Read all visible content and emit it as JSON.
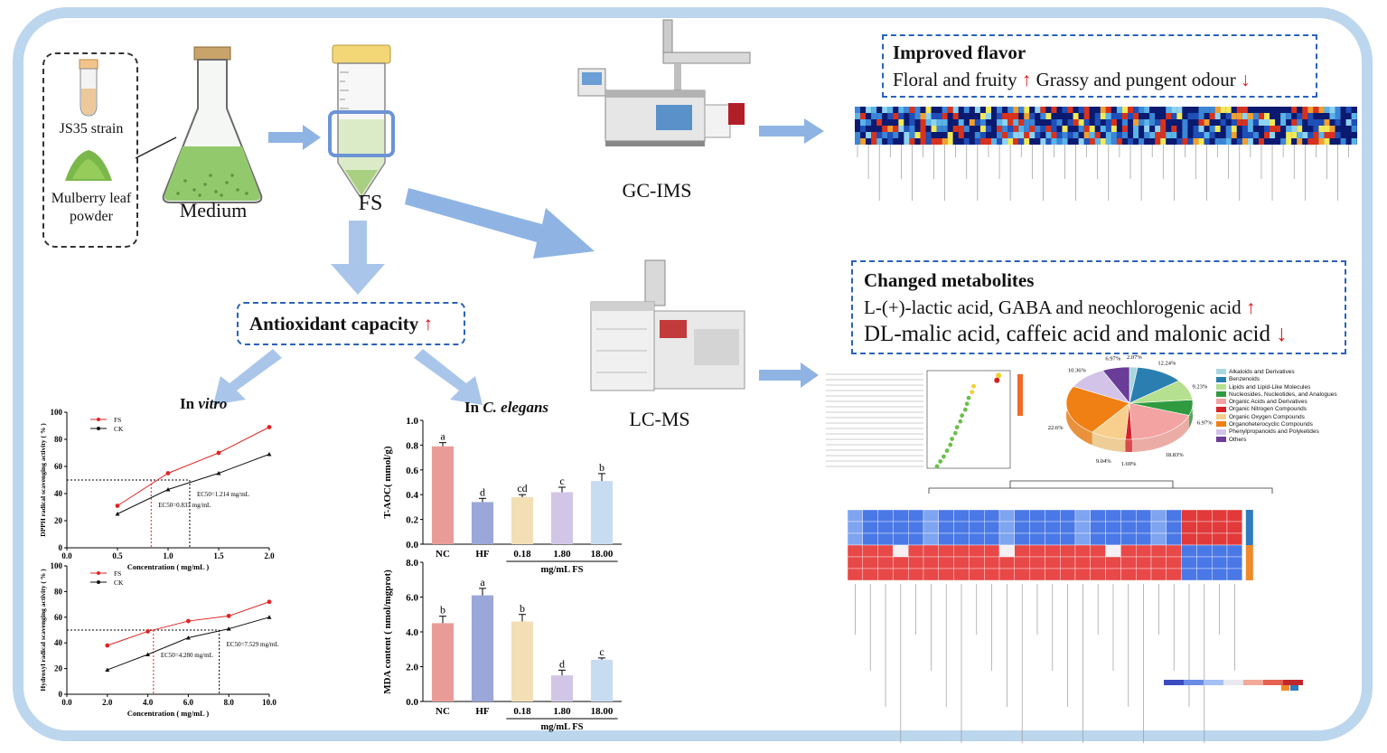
{
  "inputs": {
    "strain": "JS35 strain",
    "powder": "Mulberry leaf powder",
    "medium": "Medium",
    "fs": "FS"
  },
  "instruments": {
    "gcims": "GC-IMS",
    "lcms": "LC-MS"
  },
  "flavor": {
    "title": "Improved flavor",
    "up": "Floral and fruity",
    "down": "Grassy and pungent odour"
  },
  "metabolites": {
    "title": "Changed metabolites",
    "up": "L-(+)-lactic acid, GABA and neochlorogenic acid",
    "down": "DL-malic acid, caffeic acid and malonic acid"
  },
  "antioxidant": {
    "title": "Antioxidant capacity",
    "in_vitro_prefix": "In ",
    "in_vitro_italic": "vitro",
    "in_vivo_prefix": "In ",
    "in_vivo_italic": "C. elegans"
  },
  "colors": {
    "frame": "#bcd6ee",
    "arrow": "#8fb4e3",
    "fs_series": "#e02424",
    "ck_series": "#111111",
    "dashed_box": "#2a62b8",
    "up_arrow": "#e01010"
  },
  "chart_data": [
    {
      "type": "line",
      "xlabel": "Concentration ( mg/mL )",
      "ylabel": "DPPH radical scavenging activity ( % )",
      "xlim": [
        0.0,
        2.0
      ],
      "ylim": [
        0,
        100
      ],
      "xticks": [
        "0.0",
        "0.5",
        "1.0",
        "1.5",
        "2.0"
      ],
      "yticks": [
        "0",
        "20",
        "40",
        "60",
        "80",
        "100"
      ],
      "legend": "top-left",
      "threshold": 50,
      "annotations": [
        {
          "text": "EC50=0.833 mg/mL",
          "x": 0.833
        },
        {
          "text": "EC50=1.214 mg/mL",
          "x": 1.214
        }
      ],
      "series": [
        {
          "name": "FS",
          "x": [
            0.5,
            1.0,
            1.5,
            2.0
          ],
          "y": [
            31,
            55,
            70,
            89
          ]
        },
        {
          "name": "CK",
          "x": [
            0.5,
            1.0,
            1.5,
            2.0
          ],
          "y": [
            25,
            43,
            55,
            69
          ]
        }
      ]
    },
    {
      "type": "line",
      "xlabel": "Concentration ( mg/mL )",
      "ylabel": "Hydroxyl radical scavenging activity ( % )",
      "xlim": [
        0.0,
        10.0
      ],
      "ylim": [
        0,
        100
      ],
      "xticks": [
        "0.0",
        "2.0",
        "4.0",
        "6.0",
        "8.0",
        "10.0"
      ],
      "yticks": [
        "0",
        "20",
        "40",
        "60",
        "80",
        "100"
      ],
      "legend": "top-left",
      "threshold": 50,
      "annotations": [
        {
          "text": "EC50=4.280 mg/mL",
          "x": 4.28
        },
        {
          "text": "EC50=7.529 mg/mL",
          "x": 7.529
        }
      ],
      "series": [
        {
          "name": "FS",
          "x": [
            2,
            4,
            6,
            8,
            10
          ],
          "y": [
            38,
            49,
            57,
            61,
            72
          ]
        },
        {
          "name": "CK",
          "x": [
            2,
            4,
            6,
            8,
            10
          ],
          "y": [
            19,
            31,
            44,
            51,
            60
          ]
        }
      ]
    },
    {
      "type": "bar",
      "ylabel": "T-AOC( mmol/g)",
      "ylim": [
        0.0,
        1.0
      ],
      "yticks": [
        "0.0",
        "0.2",
        "0.4",
        "0.6",
        "0.8",
        "1.0"
      ],
      "categories": [
        "NC",
        "HF",
        "0.18",
        "1.80",
        "18.00"
      ],
      "group_label": "mg/mL FS",
      "values": [
        0.79,
        0.34,
        0.38,
        0.42,
        0.51
      ],
      "errors": [
        0.03,
        0.03,
        0.02,
        0.04,
        0.06
      ],
      "letters": [
        "a",
        "d",
        "cd",
        "c",
        "b"
      ],
      "colors": [
        "#e99c97",
        "#9aa7d8",
        "#f3dfb6",
        "#d2c6e6",
        "#c7dcf1"
      ]
    },
    {
      "type": "bar",
      "ylabel": "MDA content ( nmol/mgprot)",
      "ylim": [
        0.0,
        8.0
      ],
      "yticks": [
        "0.0",
        "2.0",
        "4.0",
        "6.0",
        "8.0"
      ],
      "categories": [
        "NC",
        "HF",
        "0.18",
        "1.80",
        "18.00"
      ],
      "group_label": "mg/mL FS",
      "values": [
        4.5,
        6.1,
        4.6,
        1.5,
        2.4
      ],
      "errors": [
        0.4,
        0.4,
        0.4,
        0.3,
        0.1
      ],
      "letters": [
        "b",
        "a",
        "b",
        "d",
        "c"
      ],
      "colors": [
        "#e99c97",
        "#9aa7d8",
        "#f3dfb6",
        "#d2c6e6",
        "#c7dcf1"
      ]
    },
    {
      "type": "pie",
      "slices": [
        {
          "name": "Alkaloids and Derivatives",
          "value": 2.07,
          "label": "2.07%",
          "color": "#a9d7df"
        },
        {
          "name": "Benzenoids",
          "value": 12.24,
          "label": "12.24%",
          "color": "#2a7fb0"
        },
        {
          "name": "Lipids and Lipid-Like Molecules",
          "value": 9.23,
          "label": "9.23%",
          "color": "#b5e08f"
        },
        {
          "name": "Nucleosides, Nucleotides, and Analogues",
          "value": 6.97,
          "label": "6.97%",
          "color": "#2f9a3f"
        },
        {
          "name": "Organic Acids and Derivatives",
          "value": 18.83,
          "label": "18.83%",
          "color": "#f3a3a1"
        },
        {
          "name": "Organic Nitrogen Compounds",
          "value": 1.69,
          "label": "1.69%",
          "color": "#d9232b"
        },
        {
          "name": "Organic Oxygen Compounds",
          "value": 9.04,
          "label": "9.04%",
          "color": "#f8cf8c"
        },
        {
          "name": "Organoheterocyclic Compounds",
          "value": 22.6,
          "label": "22.6%",
          "color": "#f07f14"
        },
        {
          "name": "Phenylpropanoids and Polyketides",
          "value": 10.36,
          "label": "10.36%",
          "color": "#d3c3e8"
        },
        {
          "name": "Others",
          "value": 6.97,
          "label": "6.97%",
          "color": "#6a3d98"
        }
      ]
    }
  ]
}
